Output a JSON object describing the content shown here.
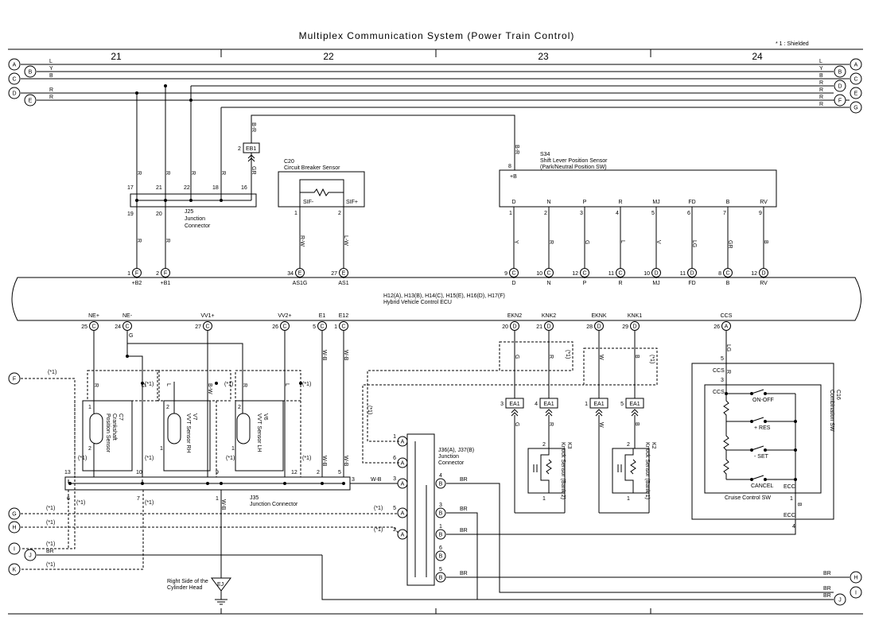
{
  "title": "Multiplex Communication System (Power Train Control)",
  "shield_note": "* 1 : Shielded",
  "sections": [
    "21",
    "22",
    "23",
    "24"
  ],
  "left_terminals": [
    "A",
    "B",
    "C",
    "D",
    "E"
  ],
  "right_terminals": [
    "A",
    "B",
    "C",
    "D",
    "E",
    "F",
    "G"
  ],
  "left_wire_colors": [
    "L",
    "Y",
    "B",
    "R",
    "R"
  ],
  "right_wire_colors": [
    "L",
    "Y",
    "B",
    "R",
    "R",
    "R",
    "R"
  ],
  "j25": {
    "name": "J25",
    "desc": "Junction\nConnector",
    "top_pins": [
      "17",
      "21",
      "22",
      "18",
      "16"
    ],
    "bottom_pins": [
      "19",
      "20"
    ],
    "wire": "R"
  },
  "eb1": {
    "id": "EB1",
    "pin": "2",
    "up_color": "B-R",
    "down_color": "GR"
  },
  "c20": {
    "name": "C20",
    "desc": "Circuit Breaker Sensor",
    "pins": [
      "1",
      "2"
    ],
    "labels": [
      "SIF-",
      "SIF+"
    ],
    "colors": [
      "R-W",
      "L-W"
    ]
  },
  "s34": {
    "name": "S34",
    "desc": "Shift Lever Position Sensor",
    "desc2": "(Park/Neutral Position SW)",
    "plus_pin": "8",
    "plus_label": "+B",
    "plus_color": "B-R",
    "pins": [
      "1",
      "2",
      "3",
      "4",
      "5",
      "6",
      "7",
      "9"
    ],
    "labels": [
      "D",
      "N",
      "P",
      "R",
      "MJ",
      "FD",
      "B",
      "RV"
    ],
    "colors": [
      "Y",
      "R",
      "G",
      "L",
      "V",
      "LG",
      "GR",
      "B"
    ]
  },
  "ecu": {
    "name": "H12(A), H13(B), H14(C), H15(E), H16(D), H17(F)",
    "desc": "Hybrid Vehicle Control ECU",
    "top": [
      {
        "pin": "1",
        "c": "F",
        "label": "+B2"
      },
      {
        "pin": "2",
        "c": "F",
        "label": "+B1"
      },
      {
        "pin": "34",
        "c": "E",
        "label": "AS1G"
      },
      {
        "pin": "27",
        "c": "E",
        "label": "AS1"
      },
      {
        "pin": "9",
        "c": "C",
        "label": "D"
      },
      {
        "pin": "10",
        "c": "C",
        "label": "N"
      },
      {
        "pin": "12",
        "c": "C",
        "label": "P"
      },
      {
        "pin": "11",
        "c": "C",
        "label": "R"
      },
      {
        "pin": "10",
        "c": "D",
        "label": "MJ"
      },
      {
        "pin": "11",
        "c": "D",
        "label": "FD"
      },
      {
        "pin": "8",
        "c": "C",
        "label": "B"
      },
      {
        "pin": "12",
        "c": "D",
        "label": "RV"
      }
    ],
    "bottom": [
      {
        "pin": "25",
        "c": "C",
        "label": "NE+"
      },
      {
        "pin": "24",
        "c": "C",
        "label": "NE-"
      },
      {
        "pin": "27",
        "c": "C",
        "label": "VV1+"
      },
      {
        "pin": "26",
        "c": "C",
        "label": "VV2+"
      },
      {
        "pin": "5",
        "c": "C",
        "label": "E1"
      },
      {
        "pin": "1",
        "c": "C",
        "label": "E12"
      },
      {
        "pin": "20",
        "c": "D",
        "label": "EKN2"
      },
      {
        "pin": "21",
        "c": "D",
        "label": "KNK2"
      },
      {
        "pin": "28",
        "c": "D",
        "label": "EKNK"
      },
      {
        "pin": "29",
        "c": "D",
        "label": "KNK1"
      },
      {
        "pin": "26",
        "c": "A",
        "label": "CCS"
      }
    ]
  },
  "c7": {
    "name": "C7",
    "desc": "Crankshaft\nPosition Sensor",
    "pins": [
      "1",
      "2"
    ]
  },
  "v7": {
    "name": "V7",
    "desc": "VVT Sensor RH",
    "pins": [
      "2",
      "1"
    ]
  },
  "v6": {
    "name": "V6",
    "desc": "VVT Sensor LH",
    "pins": [
      "2",
      "1"
    ]
  },
  "j35": {
    "name": "J35",
    "desc": "Junction Connector",
    "top_pins": [
      "13",
      "10",
      "9",
      "12",
      "2",
      "5",
      "3"
    ],
    "bottom_pins": [
      "6",
      "7",
      "1"
    ]
  },
  "j36": {
    "name": "J36(A), J37(B)",
    "desc": "Junction\nConnector",
    "a_pins": [
      "1",
      "6",
      "3",
      "5",
      "2"
    ],
    "b_pins": [
      "4",
      "3",
      "1",
      "6",
      "5"
    ]
  },
  "k3": {
    "name": "K3",
    "desc": "Knock Sensor (Bank 2)",
    "pins": [
      "2",
      "1"
    ]
  },
  "k2": {
    "name": "K2",
    "desc": "Knock Sensor (Bank 1)",
    "pins": [
      "2",
      "1"
    ]
  },
  "ea1": {
    "id": "EA1",
    "pins": [
      "3",
      "4",
      "1",
      "5"
    ],
    "colors": [
      "G",
      "R",
      "W",
      "B"
    ]
  },
  "c16": {
    "name": "C16",
    "desc": "Combination SW",
    "pins": [
      "5",
      "3",
      "1",
      "4"
    ],
    "labels": [
      "CCS",
      "CCS",
      "ECC",
      "ECC"
    ],
    "colors": [
      "LG",
      "R",
      "B"
    ],
    "switch_labels": [
      "ON-OFF",
      "+ RES",
      "- SET",
      "CANCEL"
    ],
    "inner": "Cruise Control SW",
    "inner_label2": "CCS"
  },
  "ej": {
    "id": "EJ",
    "desc": "Right Side of the\nCylinder Head"
  },
  "left_lower_terminals": [
    "F",
    "G",
    "H",
    "I",
    "J",
    "K"
  ],
  "right_lower_terminals": [
    "H",
    "I",
    "J"
  ],
  "shield_tag": "(*1)",
  "wire_labels": {
    "wb": "W-B",
    "br": "BR",
    "r": "R",
    "g": "G",
    "l": "L",
    "bw": "B-W"
  }
}
